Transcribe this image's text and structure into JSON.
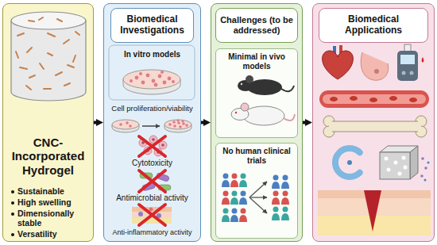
{
  "diagram": {
    "nodes": [
      {
        "text": [
          "CNC-Incorporated Hydrogel",
          "Sustainable",
          "High swelling",
          "Dimensionally stable",
          "Versatility"
        ]
      },
      {
        "text": [
          "In vitro models",
          "Cell proliferation/viability",
          "Cytotoxicity",
          "Antimicrobial activity",
          "Anti-inflammatory activity"
        ]
      },
      {
        "text": [
          "Biomedical Investigations"
        ],
        "in": 1
      },
      {
        "text": []
      },
      {
        "text": [
          "Challenges (to be addressed)"
        ],
        "in": 3
      },
      {
        "text": [
          "Minimal in vivo models"
        ],
        "in": 3
      },
      {
        "text": [
          "No human clinical trials"
        ],
        "in": 3
      },
      {
        "text": []
      },
      {
        "text": [
          "Biomedical Applications"
        ],
        "in": 7
      }
    ],
    "edges": [
      {
        "from": 0,
        "to": 1,
        "arrow": "to"
      },
      {
        "from": 1,
        "to": 3,
        "arrow": "to"
      },
      {
        "from": 3,
        "to": 7,
        "arrow": "to"
      }
    ]
  }
}
